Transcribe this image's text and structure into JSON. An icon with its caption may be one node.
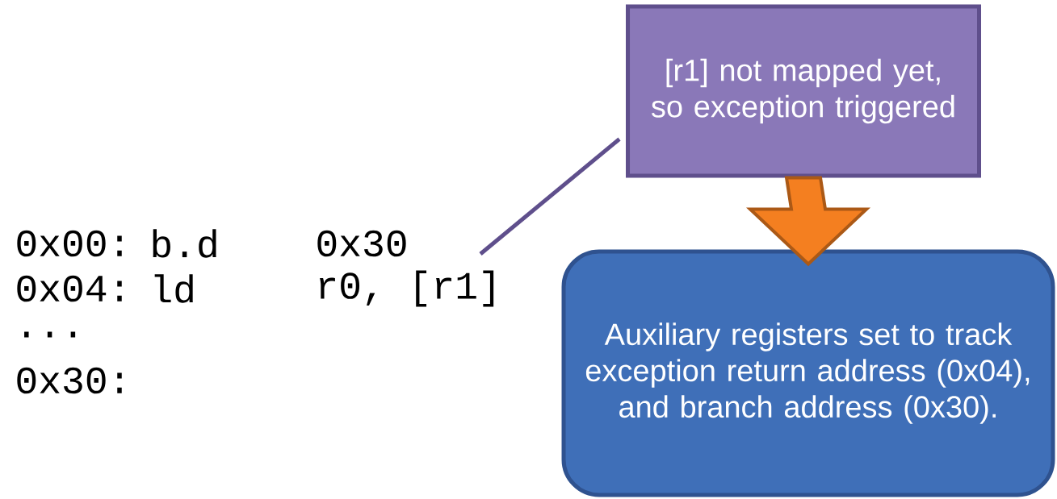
{
  "diagram": {
    "nodes": [
      {
        "text": [
          "[r1] not mapped yet, so exception triggered"
        ]
      },
      {
        "text": [
          "Auxiliary registers set to track exception return address (0x04), and branch address (0x30)."
        ]
      }
    ],
    "edges": [
      {
        "from": 0,
        "to": null,
        "arrow": "none"
      },
      {
        "from": 0,
        "to": 1,
        "arrow": "to",
        "style": "thick",
        "color": "#f47f20"
      }
    ],
    "labels": [
      "0x00:",
      "b.d",
      "0x30",
      "0x04:",
      "ld",
      "r0, [r1]",
      "...",
      "0x30:"
    ]
  }
}
